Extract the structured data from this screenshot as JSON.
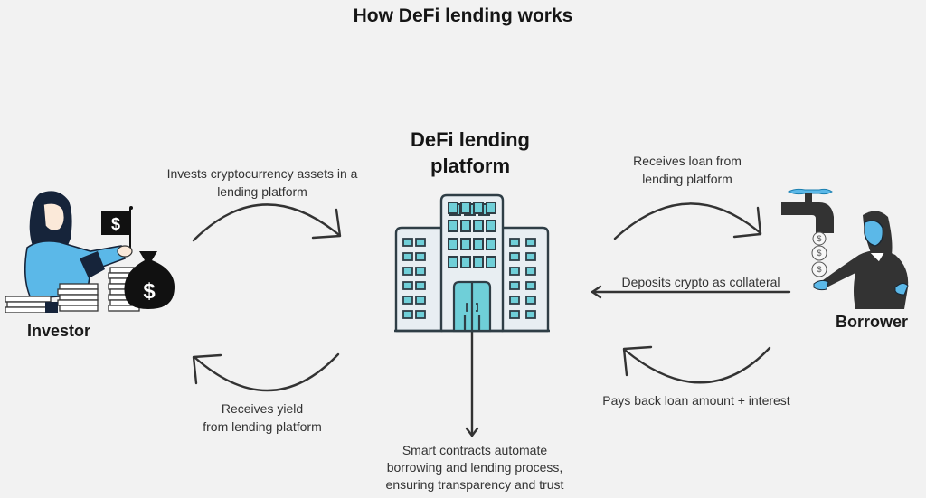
{
  "title": "How DeFi lending works",
  "platform": {
    "title_line1": "DeFi lending",
    "title_line2": "platform",
    "icon": "office-building-icon"
  },
  "actors": {
    "investor": {
      "label": "Investor",
      "icon": "investor-with-coins-icon"
    },
    "borrower": {
      "label": "Borrower",
      "icon": "borrower-with-faucet-icon"
    }
  },
  "flows": {
    "invest": {
      "line1": "Invests cryptocurrency assets in a",
      "line2": "lending platform"
    },
    "yield": {
      "line1": "Receives yield",
      "line2": "from lending platform"
    },
    "loan": {
      "line1": "Receives loan from",
      "line2": "lending platform"
    },
    "collateral": {
      "line1": "Deposits crypto as collateral"
    },
    "repay": {
      "line1": "Pays back loan amount + interest"
    },
    "smart_contracts": {
      "line1": "Smart contracts automate",
      "line2": "borrowing and lending process,",
      "line3": "ensuring transparency and trust"
    }
  },
  "colors": {
    "background": "#f2f2f2",
    "accent_blue": "#5bb8e8",
    "building_teal": "#6fcfd8",
    "outline": "#2f3e46",
    "ink": "#222222"
  }
}
